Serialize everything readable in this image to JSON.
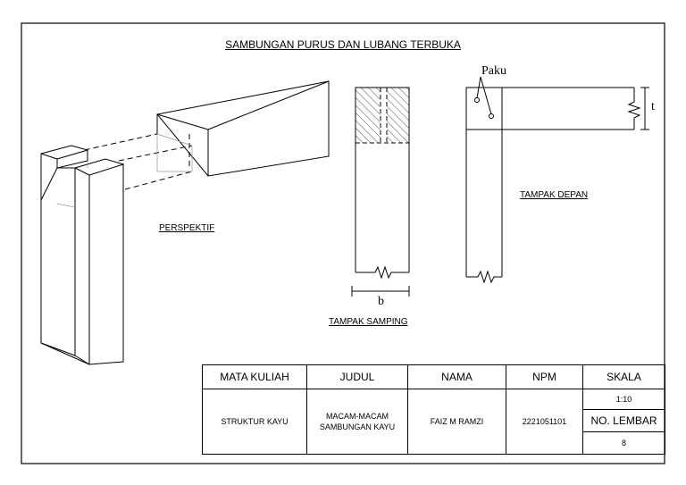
{
  "title": "SAMBUNGAN PURUS DAN LUBANG TERBUKA",
  "labels": {
    "perspektif": "PERSPEKTIF",
    "tampak_samping": "TAMPAK SAMPING",
    "tampak_depan": "TAMPAK DEPAN",
    "paku": "Paku",
    "dim_b": "b",
    "dim_t": "t"
  },
  "title_block": {
    "headers": {
      "mata_kuliah": "MATA KULIAH",
      "judul": "JUDUL",
      "nama": "NAMA",
      "npm": "NPM",
      "skala": "SKALA"
    },
    "values": {
      "mata_kuliah": "STRUKTUR KAYU",
      "judul": "MACAM-MACAM SAMBUNGAN KAYU",
      "nama": "FAIZ M RAMZI",
      "npm": "2221051101",
      "skala": "1:10",
      "no_lembar_label": "NO. LEMBAR",
      "no_lembar": "8"
    }
  }
}
